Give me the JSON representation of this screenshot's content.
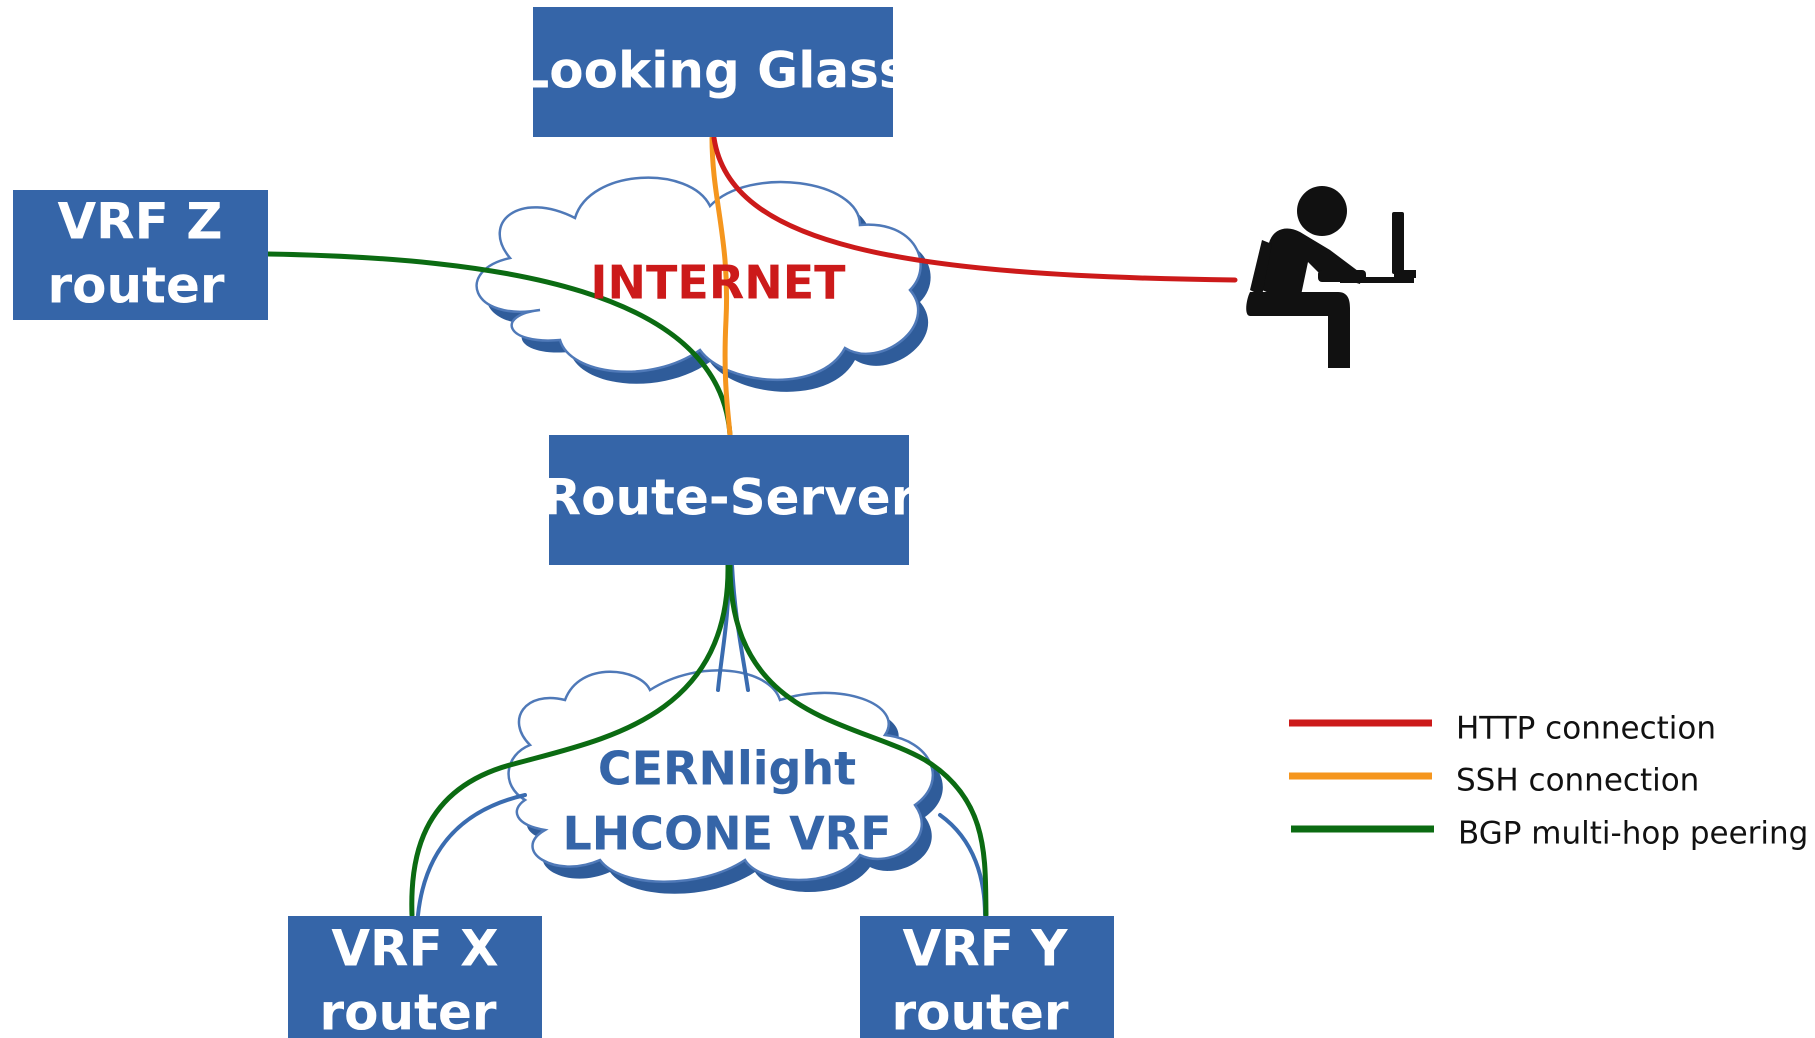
{
  "nodes": {
    "looking_glass": "Looking Glass",
    "vrf_z": [
      "VRF Z",
      "router"
    ],
    "route_server": "Route-Server",
    "vrf_x": [
      "VRF X",
      "router"
    ],
    "vrf_y": [
      "VRF Y",
      "router"
    ]
  },
  "clouds": {
    "internet": "INTERNET",
    "cernlight": [
      "CERNlight",
      "LHCONE VRF"
    ]
  },
  "legend": [
    {
      "label": "HTTP connection",
      "color": "#cc1a1a"
    },
    {
      "label": "SSH connection",
      "color": "#f5961e"
    },
    {
      "label": "BGP multi-hop peering",
      "color": "#0b6b12"
    }
  ],
  "colors": {
    "node_fill": "#3565a8",
    "internet_text": "#cc1a1a",
    "cernlight_text": "#3565a8",
    "physical_link": "#3a6cb0"
  },
  "icons": {
    "user": "person-at-computer-icon"
  }
}
